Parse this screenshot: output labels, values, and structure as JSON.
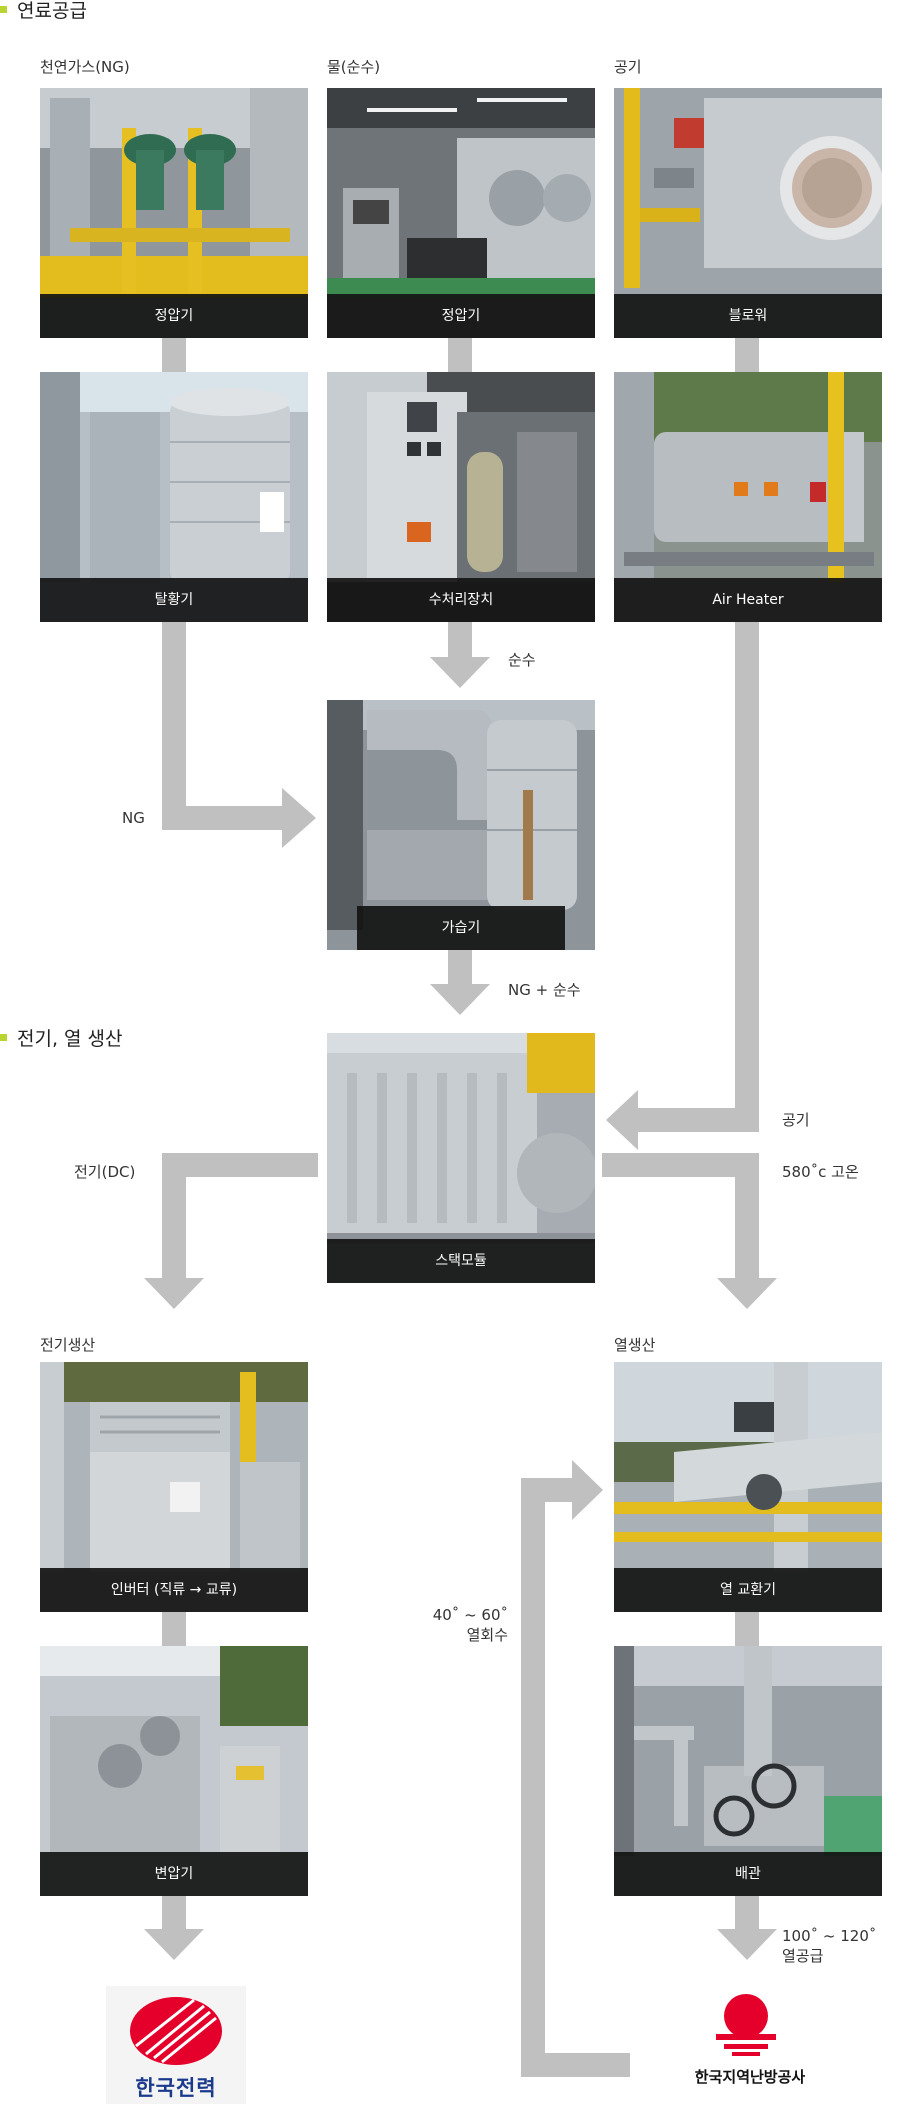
{
  "sections": {
    "fuel": "연료공급",
    "power": "전기, 열 생산"
  },
  "columns": {
    "ng": "천연가스(NG)",
    "water": "물(순수)",
    "air": "공기",
    "elec": "전기생산",
    "heat": "열생산"
  },
  "boxes": {
    "ng_regulator": "정압기",
    "water_regulator": "정압기",
    "blower": "블로워",
    "desulfurizer": "탈황기",
    "water_treatment": "수처리장치",
    "air_heater": "Air Heater",
    "humidifier": "가습기",
    "stack_module": "스택모듈",
    "inverter": "인버터 (직류 → 교류)",
    "heat_exchanger": "열 교환기",
    "transformer": "변압기",
    "piping": "배관"
  },
  "flows": {
    "pure_water": "순수",
    "ng": "NG",
    "ng_water": "NG + 순수",
    "air": "공기",
    "high_temp": "580˚c 고온",
    "dc": "전기(DC)",
    "return_temp": "40˚ ~ 60˚",
    "return_water": "열회수",
    "supply_temp": "100˚ ~ 120˚",
    "supply_heat": "열공급"
  },
  "logos": {
    "kepco": "한국전력",
    "kdhc": "한국지역난방공사"
  },
  "colors": {
    "accent": "#b7d431",
    "arrow": "#c0c0c0",
    "caption_bg": "#141414",
    "kepco_red": "#e4002b",
    "kepco_blue": "#1b3a8c"
  }
}
